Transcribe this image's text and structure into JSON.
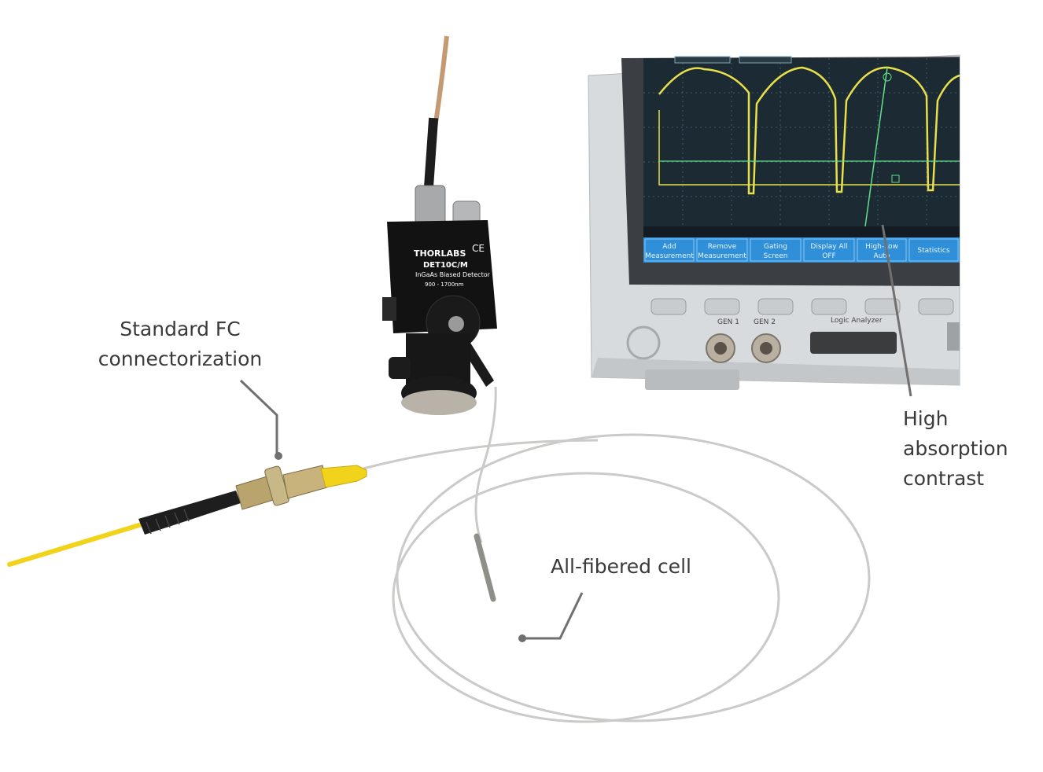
{
  "callouts": {
    "fc": {
      "line1": "Standard FC",
      "line2": "connectorization"
    },
    "contrast": {
      "line1": "High",
      "line2": "absorption",
      "line3": "contrast"
    },
    "cell": {
      "label": "All-fibered cell"
    }
  },
  "detector": {
    "brand": "THORLABS",
    "model": "DET10C/M",
    "description": "InGaAs Biased Detector",
    "range": "900 - 1700nm",
    "ce_mark": "CE"
  },
  "oscilloscope": {
    "softkeys": [
      {
        "line1": "Add",
        "line2": "Measurement"
      },
      {
        "line1": "Remove",
        "line2": "Measurement"
      },
      {
        "line1": "Gating",
        "line2": "Screen"
      },
      {
        "line1": "Display All",
        "line2": "OFF"
      },
      {
        "line1": "High-Low",
        "line2": "Auto"
      },
      {
        "line1": "Statistics",
        "line2": ""
      }
    ],
    "gen1_label": "GEN 1",
    "gen2_label": "GEN 2",
    "logic_label": "Logic Analyzer"
  },
  "colors": {
    "trace": "#e8e04a",
    "cursor": "#63e08a",
    "screen": "#1c2a33",
    "softkey_bar": "#2f8fd8",
    "fiber_yellow": "#f2d31b",
    "callout_text": "#3a3a3a",
    "leader_line": "#707070"
  }
}
